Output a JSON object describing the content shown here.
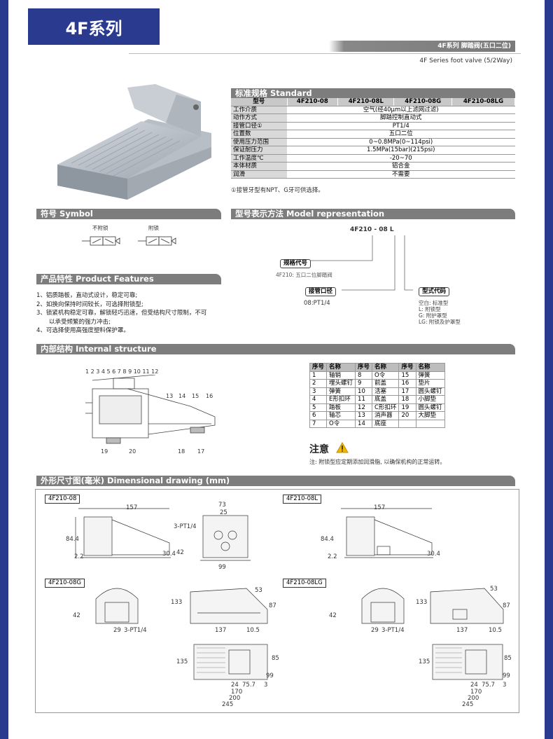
{
  "header": {
    "title": "4F系列",
    "series_title": "4F系列 脚踏阀(五口二位)",
    "series_subtitle": "4F Series foot valve (5/2Way)"
  },
  "sections": {
    "standard": "标准规格 Standard",
    "symbol": "符号 Symbol",
    "model": "型号表示方法 Model representation",
    "features": "产品特性 Product Features",
    "internal": "内部结构 Internal structure",
    "dimension": "外形尺寸图(毫米) Dimensional drawing (mm)"
  },
  "spec": {
    "header": [
      "型号",
      "4F210-08",
      "4F210-08L",
      "4F210-08G",
      "4F210-08LG"
    ],
    "rows": [
      [
        "工作介质",
        "空气(经40μm以上滤网过滤)"
      ],
      [
        "动作方式",
        "脚踏控制直动式"
      ],
      [
        "接管口径①",
        "PT1/4"
      ],
      [
        "位置数",
        "五口二位"
      ],
      [
        "使用压力范围",
        "0~0.8MPa(0~114psi)"
      ],
      [
        "保证耐压力",
        "1.5MPa(15bar)(215psi)"
      ],
      [
        "工作温度℃",
        "-20~70"
      ],
      [
        "本体材质",
        "铝合金"
      ],
      [
        "润滑",
        "不需要"
      ]
    ],
    "footnote": "①接管牙型有NPT、G牙可供选择。"
  },
  "symbol": {
    "no_lock": "不附锁",
    "lock": "附锁"
  },
  "model": {
    "code": "4F210 - 08 L",
    "spec_code_label": "规格代号",
    "spec_code_desc": "4F210: 五口二位脚踏阀",
    "port_label": "接管口径",
    "port_desc": "08:PT1/4",
    "type_label": "型式代码",
    "type_desc": [
      "空白: 标准型",
      "L: 附锁型",
      "G: 附护罩型",
      "LG: 附锁及护罩型"
    ]
  },
  "features": [
    "1、铝质踏板，直动式设计，稳定可靠;",
    "2、如换向保持时间较长，可选择附锁型;",
    "3、锁紧机构稳定可靠，解锁轻巧迅速，但受结构尺寸限制，不可",
    "以承受频繁的强力冲击;",
    "4、可选择使用高强度塑料保护罩。"
  ],
  "internal": {
    "callouts_top": "1 2 3 4   5 6 7 8 9 10 11 12",
    "callouts_mid": [
      "13",
      "14",
      "15",
      "16"
    ],
    "callouts_bot": [
      "19",
      "20",
      "18",
      "17"
    ]
  },
  "parts": {
    "header": [
      "序号",
      "名称",
      "序号",
      "名称",
      "序号",
      "名称"
    ],
    "rows": [
      [
        "1",
        "轴销",
        "8",
        "O令",
        "15",
        "弹簧"
      ],
      [
        "2",
        "埋头螺钉",
        "9",
        "前盖",
        "16",
        "垫片"
      ],
      [
        "3",
        "弹簧",
        "10",
        "活塞",
        "17",
        "圆头螺钉"
      ],
      [
        "4",
        "E形扣环",
        "11",
        "底盖",
        "18",
        "小脚垫"
      ],
      [
        "5",
        "踏板",
        "12",
        "C形扣环",
        "19",
        "圆头螺钉"
      ],
      [
        "6",
        "轴芯",
        "13",
        "消声器",
        "20",
        "大脚垫"
      ],
      [
        "7",
        "O令",
        "14",
        "底座",
        "",
        ""
      ]
    ]
  },
  "caution": {
    "title": "注意",
    "text": "注: 附锁型应定期添加润滑脂, 以确保机构的正常运转。"
  },
  "drawings": {
    "labels": [
      "4F210-08",
      "4F210-08L",
      "4F210-08G",
      "4F210-08LG"
    ],
    "dims": {
      "len157": "157",
      "h84": "84.4",
      "h2": "2.2",
      "h30": "30.4",
      "w73": "73",
      "w25": "25",
      "port": "3-PT1/4",
      "h42": "42",
      "w99": "99",
      "h133": "133",
      "w53": "53",
      "h87": "87",
      "w137": "137",
      "w10": "10.5",
      "h135": "135",
      "w24": "24",
      "w757": "75.7",
      "w3": "3",
      "w170": "170",
      "w200": "200",
      "w245": "245",
      "h85": "85",
      "h99": "99",
      "w29": "29"
    }
  },
  "colors": {
    "brand": "#2a3a8f",
    "section": "#7d7d7d",
    "caution": "#f2b705"
  }
}
